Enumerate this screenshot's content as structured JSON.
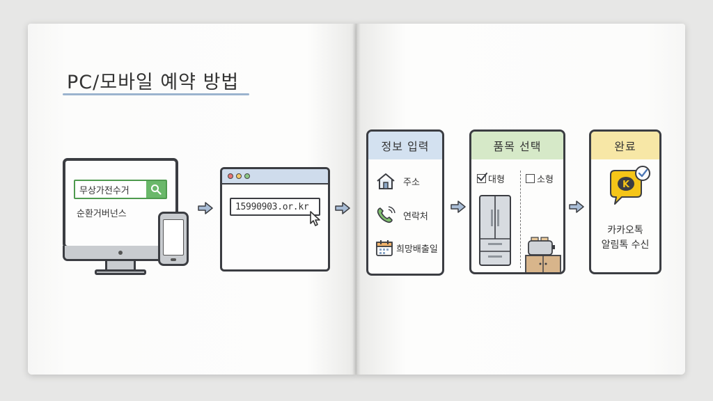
{
  "title": "PC/모바일 예약 방법",
  "search": {
    "query": "무상가전수거"
  },
  "monitor_subtext": "순환거버넌스",
  "browser": {
    "url": "15990903.or.kr"
  },
  "steps": {
    "info": {
      "title": "정보 입력",
      "items": [
        {
          "icon": "house-icon",
          "label": "주소"
        },
        {
          "icon": "phone-icon",
          "label": "연락처"
        },
        {
          "icon": "calendar-icon",
          "label": "희망배출일"
        }
      ]
    },
    "items": {
      "title": "품목 선택",
      "large": {
        "label": "대형",
        "checked": true
      },
      "small": {
        "label": "소형",
        "checked": false
      }
    },
    "done": {
      "title": "완료",
      "line1": "카카오톡",
      "line2": "알림톡 수신",
      "badge_letter": "K"
    }
  },
  "colors": {
    "blue_accent": "#8aa6c6",
    "search_green": "#6ab86a",
    "info_header": "#d3e1f0",
    "items_header": "#d6e9c8",
    "done_header": "#f7e7a6",
    "kakao_yellow": "#f5c518"
  }
}
